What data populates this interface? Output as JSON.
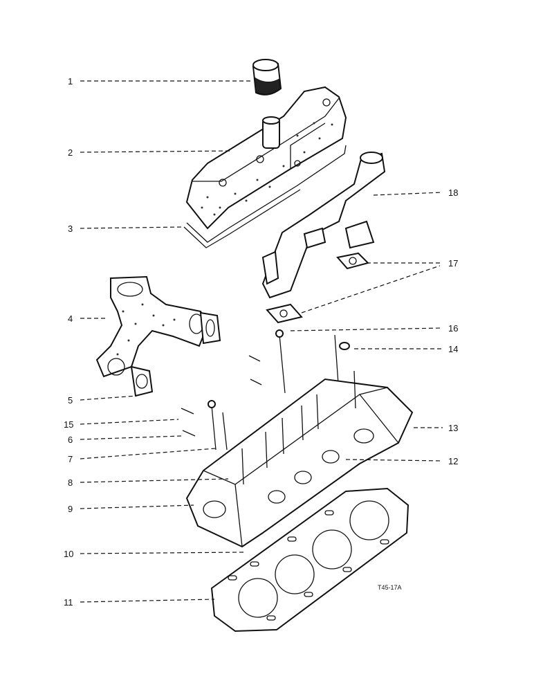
{
  "reference_code": "T45-17A",
  "callouts": [
    {
      "id": "1",
      "text": "1"
    },
    {
      "id": "2",
      "text": "2"
    },
    {
      "id": "3",
      "text": "3"
    },
    {
      "id": "4",
      "text": "4"
    },
    {
      "id": "5",
      "text": "5"
    },
    {
      "id": "15",
      "text": "15"
    },
    {
      "id": "6",
      "text": "6"
    },
    {
      "id": "7",
      "text": "7"
    },
    {
      "id": "8",
      "text": "8"
    },
    {
      "id": "9",
      "text": "9"
    },
    {
      "id": "10",
      "text": "10"
    },
    {
      "id": "11",
      "text": "11"
    },
    {
      "id": "18",
      "text": "18"
    },
    {
      "id": "17",
      "text": "17"
    },
    {
      "id": "16",
      "text": "16"
    },
    {
      "id": "14",
      "text": "14"
    },
    {
      "id": "13",
      "text": "13"
    },
    {
      "id": "12",
      "text": "12"
    }
  ]
}
